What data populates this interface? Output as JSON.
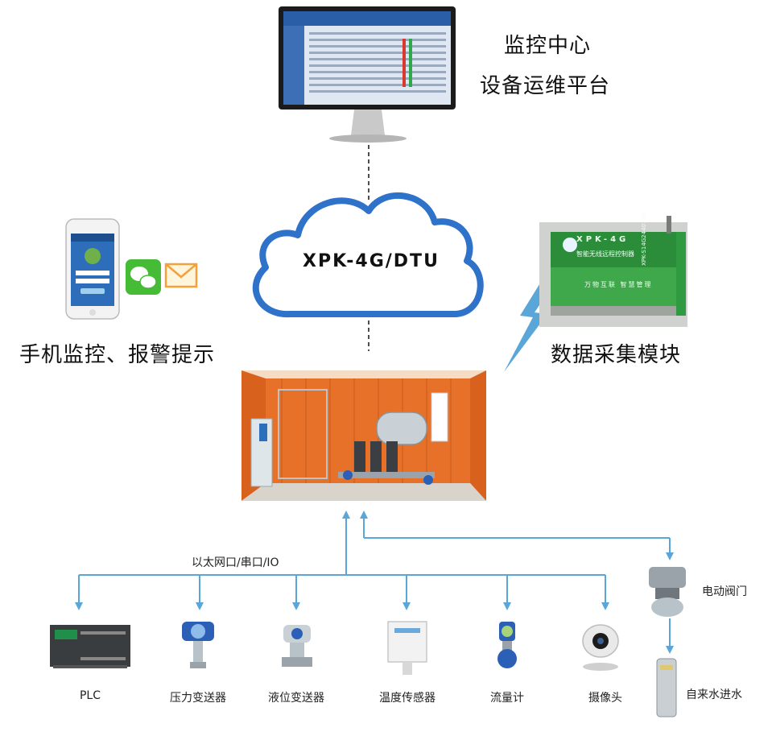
{
  "monitor_center": {
    "line1": "监控中心",
    "line2": "设备运维平台"
  },
  "cloud": {
    "label": "XPK-4G/DTU"
  },
  "mobile": {
    "caption": "手机监控、报警提示"
  },
  "module": {
    "caption": "数据采集模块",
    "device_brand": "XPK-4G",
    "device_subtitle": "智能无线远程控制器",
    "device_slogan": "万物互联 智慧管理",
    "device_serial": "XPK-S14G2440720"
  },
  "bus": {
    "label": "以太网口/串口/IO"
  },
  "devices": [
    {
      "label": "PLC"
    },
    {
      "label": "压力变送器"
    },
    {
      "label": "液位变送器"
    },
    {
      "label": "温度传感器"
    },
    {
      "label": "流量计"
    },
    {
      "label": "摄像头"
    }
  ],
  "valve": {
    "label": "电动阀门"
  },
  "water": {
    "label": "自来水进水"
  },
  "colors": {
    "cloud_stroke": "#2f72c9",
    "arrow_blue": "#5aa6d8",
    "module_green": "#3fa84a",
    "room_orange": "#e8712a"
  }
}
